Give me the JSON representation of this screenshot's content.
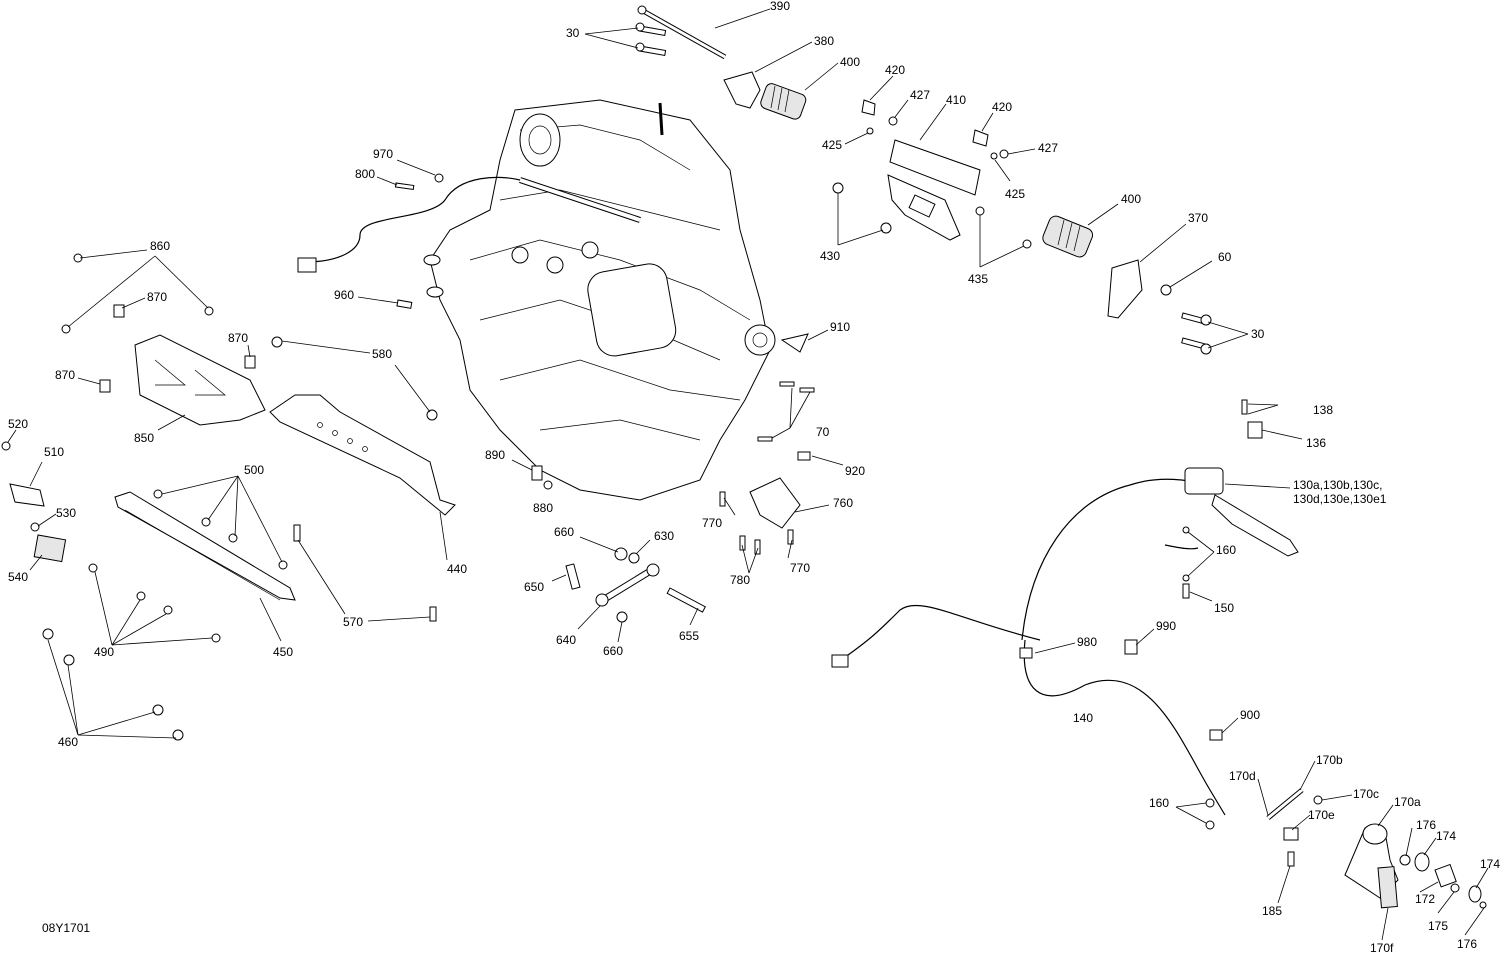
{
  "drawing_code": "08Y1701",
  "callouts": [
    {
      "id": "c390",
      "text": "390"
    },
    {
      "id": "c380",
      "text": "380"
    },
    {
      "id": "c400a",
      "text": "400"
    },
    {
      "id": "c30a",
      "text": "30"
    },
    {
      "id": "c420a",
      "text": "420"
    },
    {
      "id": "c427a",
      "text": "427"
    },
    {
      "id": "c410",
      "text": "410"
    },
    {
      "id": "c425a",
      "text": "425"
    },
    {
      "id": "c420b",
      "text": "420"
    },
    {
      "id": "c427b",
      "text": "427"
    },
    {
      "id": "c425b",
      "text": "425"
    },
    {
      "id": "c970",
      "text": "970"
    },
    {
      "id": "c800",
      "text": "800"
    },
    {
      "id": "c430",
      "text": "430"
    },
    {
      "id": "c435",
      "text": "435"
    },
    {
      "id": "c400b",
      "text": "400"
    },
    {
      "id": "c370",
      "text": "370"
    },
    {
      "id": "c60",
      "text": "60"
    },
    {
      "id": "c30b",
      "text": "30"
    },
    {
      "id": "c860",
      "text": "860"
    },
    {
      "id": "c870a",
      "text": "870"
    },
    {
      "id": "c870b",
      "text": "870"
    },
    {
      "id": "c870c",
      "text": "870"
    },
    {
      "id": "c960",
      "text": "960"
    },
    {
      "id": "c580",
      "text": "580"
    },
    {
      "id": "c910",
      "text": "910"
    },
    {
      "id": "c850",
      "text": "850"
    },
    {
      "id": "c520",
      "text": "520"
    },
    {
      "id": "c510",
      "text": "510"
    },
    {
      "id": "c530",
      "text": "530"
    },
    {
      "id": "c540",
      "text": "540"
    },
    {
      "id": "c500",
      "text": "500"
    },
    {
      "id": "c440",
      "text": "440"
    },
    {
      "id": "c450",
      "text": "450"
    },
    {
      "id": "c490",
      "text": "490"
    },
    {
      "id": "c460",
      "text": "460"
    },
    {
      "id": "c570",
      "text": "570"
    },
    {
      "id": "c890",
      "text": "890"
    },
    {
      "id": "c880",
      "text": "880"
    },
    {
      "id": "c70",
      "text": "70"
    },
    {
      "id": "c920",
      "text": "920"
    },
    {
      "id": "c138",
      "text": "138"
    },
    {
      "id": "c136",
      "text": "136"
    },
    {
      "id": "c130a",
      "text": "130a,130b,130c,"
    },
    {
      "id": "c130b",
      "text": "130d,130e,130e1"
    },
    {
      "id": "c760",
      "text": "760"
    },
    {
      "id": "c770a",
      "text": "770"
    },
    {
      "id": "c770b",
      "text": "770"
    },
    {
      "id": "c780",
      "text": "780"
    },
    {
      "id": "c660a",
      "text": "660"
    },
    {
      "id": "c630",
      "text": "630"
    },
    {
      "id": "c650",
      "text": "650"
    },
    {
      "id": "c640",
      "text": "640"
    },
    {
      "id": "c655",
      "text": "655"
    },
    {
      "id": "c660b",
      "text": "660"
    },
    {
      "id": "c160a",
      "text": "160"
    },
    {
      "id": "c150",
      "text": "150"
    },
    {
      "id": "c980",
      "text": "980"
    },
    {
      "id": "c990",
      "text": "990"
    },
    {
      "id": "c140",
      "text": "140"
    },
    {
      "id": "c900",
      "text": "900"
    },
    {
      "id": "c170b",
      "text": "170b"
    },
    {
      "id": "c170d",
      "text": "170d"
    },
    {
      "id": "c170c",
      "text": "170c"
    },
    {
      "id": "c170a",
      "text": "170a"
    },
    {
      "id": "c160b",
      "text": "160"
    },
    {
      "id": "c170e",
      "text": "170e"
    },
    {
      "id": "c176a",
      "text": "176"
    },
    {
      "id": "c174a",
      "text": "174"
    },
    {
      "id": "c172",
      "text": "172"
    },
    {
      "id": "c174b",
      "text": "174"
    },
    {
      "id": "c175",
      "text": "175"
    },
    {
      "id": "c185",
      "text": "185"
    },
    {
      "id": "c170f",
      "text": "170f"
    },
    {
      "id": "c176b",
      "text": "176"
    }
  ]
}
